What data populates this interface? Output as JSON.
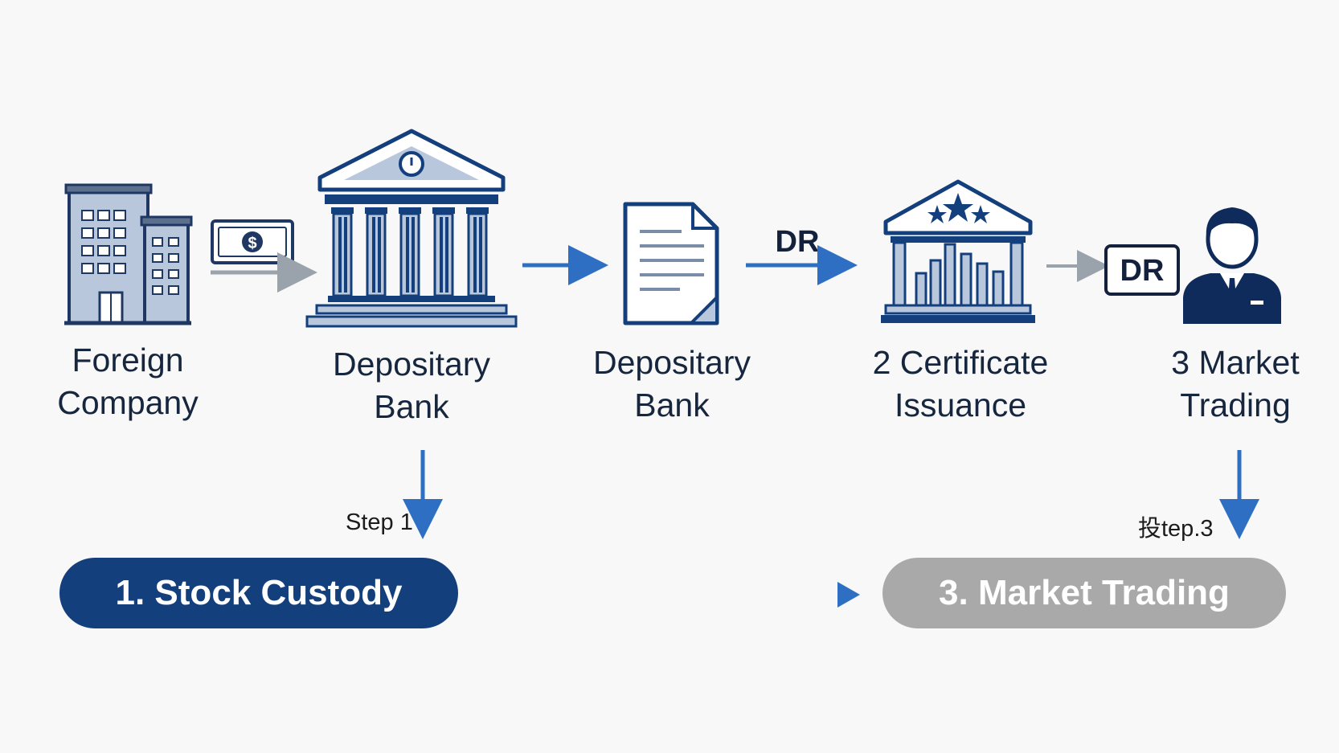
{
  "nodes": [
    {
      "id": "foreign-company",
      "lines": [
        "Foreign",
        "Company"
      ]
    },
    {
      "id": "depositary-bank-1",
      "lines": [
        "Depositary",
        "Bank"
      ]
    },
    {
      "id": "depositary-bank-2",
      "lines": [
        "Depositary",
        "Bank"
      ]
    },
    {
      "id": "certificate-issuance",
      "lines": [
        "2 Certificate",
        "Issuance"
      ]
    },
    {
      "id": "market-trading",
      "lines": [
        "3 Market",
        "Trading"
      ]
    }
  ],
  "icons": {
    "foreign_company": "office-building-icon",
    "money": "dollar-banknote-icon",
    "depositary_bank": "bank-building-icon",
    "document": "document-icon",
    "exchange": "exchange-building-icon",
    "investor": "investor-person-icon"
  },
  "tags": {
    "dr_arrow": "DR",
    "dr_box": "DR",
    "money_symbol": "$"
  },
  "steps": {
    "step1": "Step 1",
    "step3": "投tep.3"
  },
  "pills": {
    "stock_custody": "1. Stock Custody",
    "market_trading": "3. Market Trading"
  },
  "colors": {
    "navy": "#143f7d",
    "dark_navy": "#0f2b5b",
    "blue_arrow": "#2f6fc3",
    "gray_arrow": "#9aa2ab",
    "icon_fill": "#b9c7dc",
    "pill_gray": "#a9a9a9",
    "background": "#f7f8f7"
  }
}
